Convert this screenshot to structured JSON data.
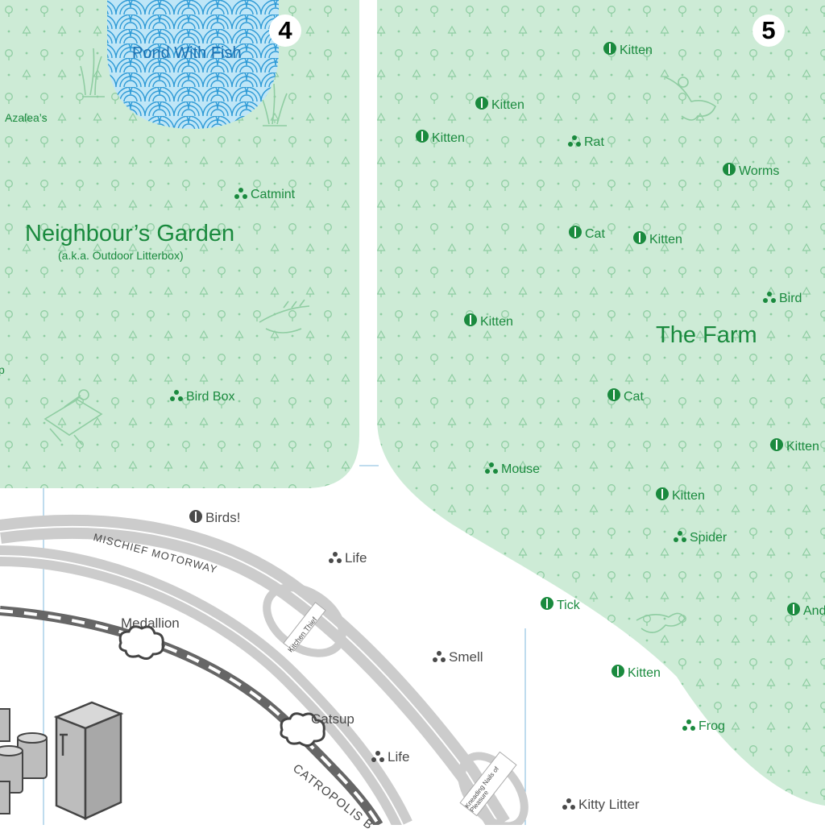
{
  "colors": {
    "park_fill": "#cdebd6",
    "park_pattern": "#8fcda2",
    "label_green": "#1a8a3e",
    "label_gray": "#4a4a4a",
    "road": "#cccccc",
    "road_edge": "#ffffff",
    "rail": "#666666",
    "pond": "#bfe6f7",
    "pond_wave": "#2e9ad6"
  },
  "zones": {
    "four": {
      "number": "4",
      "title": "Neighbour’s Garden",
      "subtitle": "(a.k.a. Outdoor Litterbox)"
    },
    "five": {
      "number": "5",
      "title": "The Farm"
    }
  },
  "pond": {
    "label": "Pond With Fish"
  },
  "roads": {
    "motorway": "MISCHIEF MOTORWAY",
    "highway": "CATROPOLIS B",
    "interchange_1": "Kitchen Thief",
    "interchange_2": "Kneading Nails of Pleasure"
  },
  "stations": {
    "medallion": "Medallion",
    "catsup": "Catsup"
  },
  "places": {
    "azaleas": {
      "label": "Azalea’s",
      "icon": "none"
    },
    "catmint": {
      "label": "Catmint",
      "icon": "dots-icon"
    },
    "bird_box": {
      "label": "Bird Box",
      "icon": "dots-icon"
    },
    "left_edge_fragment": {
      "label": "p",
      "icon": "none"
    },
    "kitten_1": {
      "label": "Kitten",
      "icon": "eye-icon"
    },
    "kitten_2": {
      "label": "Kitten",
      "icon": "eye-icon"
    },
    "kitten_3": {
      "label": "Kitten",
      "icon": "eye-icon"
    },
    "rat": {
      "label": "Rat",
      "icon": "dots-icon"
    },
    "worms": {
      "label": "Worms",
      "icon": "eye-icon"
    },
    "cat_1": {
      "label": "Cat",
      "icon": "eye-icon"
    },
    "kitten_4": {
      "label": "Kitten",
      "icon": "eye-icon"
    },
    "bird": {
      "label": "Bird",
      "icon": "dots-icon"
    },
    "kitten_5": {
      "label": "Kitten",
      "icon": "eye-icon"
    },
    "cat_2": {
      "label": "Cat",
      "icon": "eye-icon"
    },
    "kitten_6": {
      "label": "Kitten",
      "icon": "eye-icon"
    },
    "mouse": {
      "label": "Mouse",
      "icon": "dots-icon"
    },
    "kitten_7": {
      "label": "Kitten",
      "icon": "eye-icon"
    },
    "spider": {
      "label": "Spider",
      "icon": "dots-icon"
    },
    "tick": {
      "label": "Tick",
      "icon": "eye-icon"
    },
    "and_fragment": {
      "label": "And",
      "icon": "eye-icon"
    },
    "kitten_8": {
      "label": "Kitten",
      "icon": "eye-icon"
    },
    "frog": {
      "label": "Frog",
      "icon": "dots-icon"
    },
    "birds": {
      "label": "Birds!",
      "icon": "eye-icon"
    },
    "life_1": {
      "label": "Life",
      "icon": "dots-icon"
    },
    "smell": {
      "label": "Smell",
      "icon": "dots-icon"
    },
    "life_2": {
      "label": "Life",
      "icon": "dots-icon"
    },
    "kitty_litter": {
      "label": "Kitty Litter",
      "icon": "dots-icon"
    }
  }
}
